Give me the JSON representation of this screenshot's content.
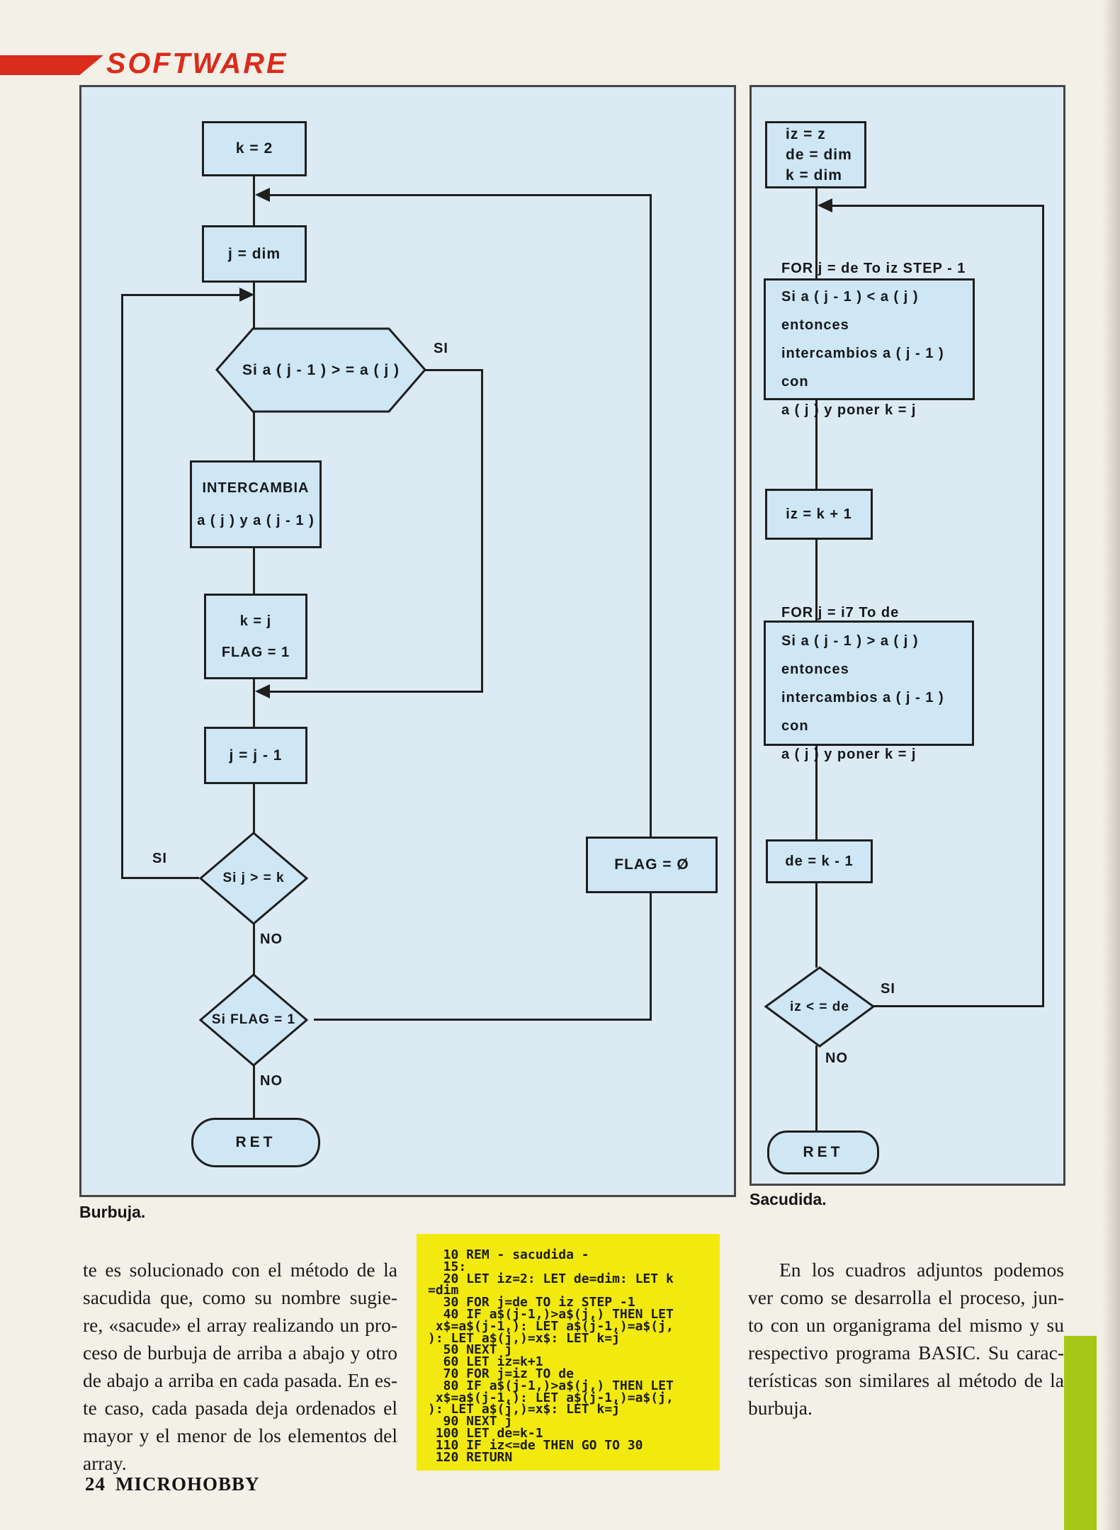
{
  "header": {
    "section_label": "SOFTWARE"
  },
  "colors": {
    "accent_red": "#d92c1c",
    "panel_blue": "#dceaf3",
    "node_fill": "#cfe6f4",
    "listing_yellow": "#f2ea0e",
    "sidebar_green": "#a6c716"
  },
  "burbuja": {
    "caption": "Burbuja.",
    "k2": "k = 2",
    "jdim": "j = dim",
    "hex_cond": "Si a ( j - 1 ) > = a ( j )",
    "intercambia": [
      "INTERCAMBIA",
      "a ( j ) y a ( j - 1 )"
    ],
    "kj_flag": [
      "k = j",
      "FLAG = 1"
    ],
    "jdec": "j = j - 1",
    "cond_jk": "Si j > = k",
    "cond_flag": "Si FLAG = 1",
    "flag0": "FLAG = Ø",
    "ret": "RET",
    "si": "SI",
    "no": "NO"
  },
  "sacudida": {
    "caption": "Sacudida.",
    "init": [
      "iz = z",
      "de = dim",
      "k  = dim"
    ],
    "for1": [
      "FOR j = de To iz STEP - 1",
      "Si a ( j - 1 ) < a ( j ) entonces",
      "intercambios  a ( j - 1 ) con",
      "a ( j ) y poner  k = j"
    ],
    "izk": "iz = k + 1",
    "for2": [
      "FOR j = i7 To de",
      "Si a ( j - 1 ) > a ( j ) entonces",
      "intercambios  a ( j - 1 ) con",
      "a ( j ) y poner  k = j"
    ],
    "dek": "de = k - 1",
    "cond": "iz < = de",
    "ret": "RET",
    "si": "SI",
    "no": "NO"
  },
  "article": {
    "left_lines": [
      "te es solucionado con el método de la",
      "sacudida que, como su nombre sugie-",
      "re, «sacude» el array realizando un pro-",
      "ceso de burbuja de arriba a abajo y otro",
      "de abajo a arriba en cada pasada. En es-",
      "te caso, cada pasada deja ordenados el",
      "mayor y el menor de los elementos del",
      "array."
    ],
    "right_lines": [
      "En los cuadros adjuntos podemos",
      "ver como se desarrolla el proceso, jun-",
      "to con un organigrama del mismo y su",
      "respectivo programa BASIC. Su carac-",
      "terísticas son similares al método de la",
      "burbuja."
    ]
  },
  "listing": {
    "lines": [
      "  10 REM - sacudida -",
      "  15:",
      "  20 LET iz=2: LET de=dim: LET k",
      "=dim",
      "  30 FOR j=de TO iz STEP -1",
      "  40 IF a$(j-1,)>a$(j,) THEN LET",
      " x$=a$(j-1,): LET a$(j-1,)=a$(j,",
      "): LET a$(j,)=x$: LET k=j",
      "  50 NEXT j",
      "  60 LET iz=k+1",
      "  70 FOR j=iz TO de",
      "  80 IF a$(j-1,)>a$(j,) THEN LET",
      " x$=a$(j-1,): LET a$(j-1,)=a$(j,",
      "): LET a$(j,)=x$: LET k=j",
      "  90 NEXT j",
      " 100 LET de=k-1",
      " 110 IF iz<=de THEN GO TO 30",
      " 120 RETURN"
    ]
  },
  "footer": {
    "page_number": "24",
    "magazine_name": "MICROHOBBY"
  }
}
